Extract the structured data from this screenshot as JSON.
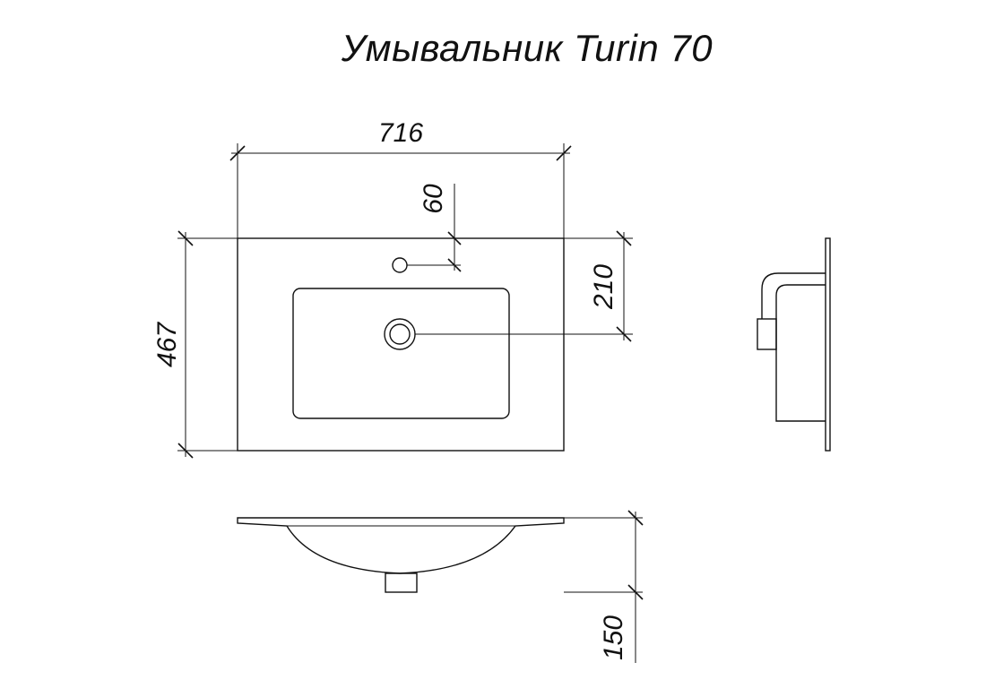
{
  "title": "Умывальник Turin 70",
  "dimensions": {
    "width": "716",
    "depth": "467",
    "tap_hole_offset": "60",
    "drain_offset": "210",
    "height": "150"
  }
}
